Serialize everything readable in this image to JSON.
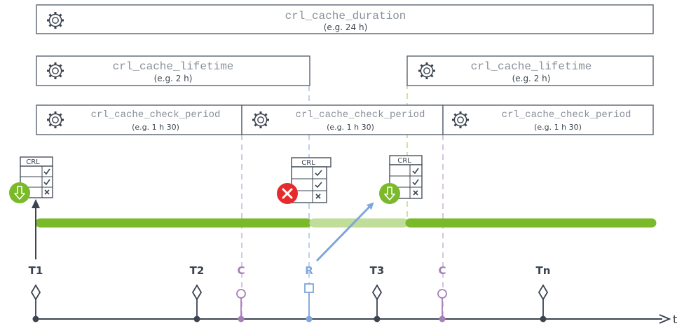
{
  "boxes": {
    "duration": {
      "title": "crl_cache_duration",
      "example": "(e.g. 24 h)"
    },
    "lifetime_1": {
      "title": "crl_cache_lifetime",
      "example": "(e.g. 2 h)"
    },
    "lifetime_2": {
      "title": "crl_cache_lifetime",
      "example": "(e.g. 2 h)"
    },
    "check_1": {
      "title": "crl_cache_check_period",
      "example": "(e.g. 1 h 30)"
    },
    "check_2": {
      "title": "crl_cache_check_period",
      "example": "(e.g. 1 h 30)"
    },
    "check_3": {
      "title": "crl_cache_check_period",
      "example": "(e.g. 1 h 30)"
    }
  },
  "crl_docs": [
    {
      "label": "CRL",
      "status": "download"
    },
    {
      "label": "CRL",
      "status": "error"
    },
    {
      "label": "CRL",
      "status": "download"
    }
  ],
  "timeline": {
    "axis_label": "t",
    "markers": [
      {
        "label": "T1",
        "kind": "time"
      },
      {
        "label": "T2",
        "kind": "time"
      },
      {
        "label": "C",
        "kind": "check"
      },
      {
        "label": "R",
        "kind": "request"
      },
      {
        "label": "T3",
        "kind": "time"
      },
      {
        "label": "C",
        "kind": "check"
      },
      {
        "label": "Tn",
        "kind": "time"
      }
    ]
  },
  "colors": {
    "green": "#7ab929",
    "light_green": "#c0dd9a",
    "purple": "#a57fb8",
    "blue": "#7ea6dc",
    "dark": "#3b4450",
    "red": "#e52b2b",
    "box_border": "#5b6470"
  }
}
